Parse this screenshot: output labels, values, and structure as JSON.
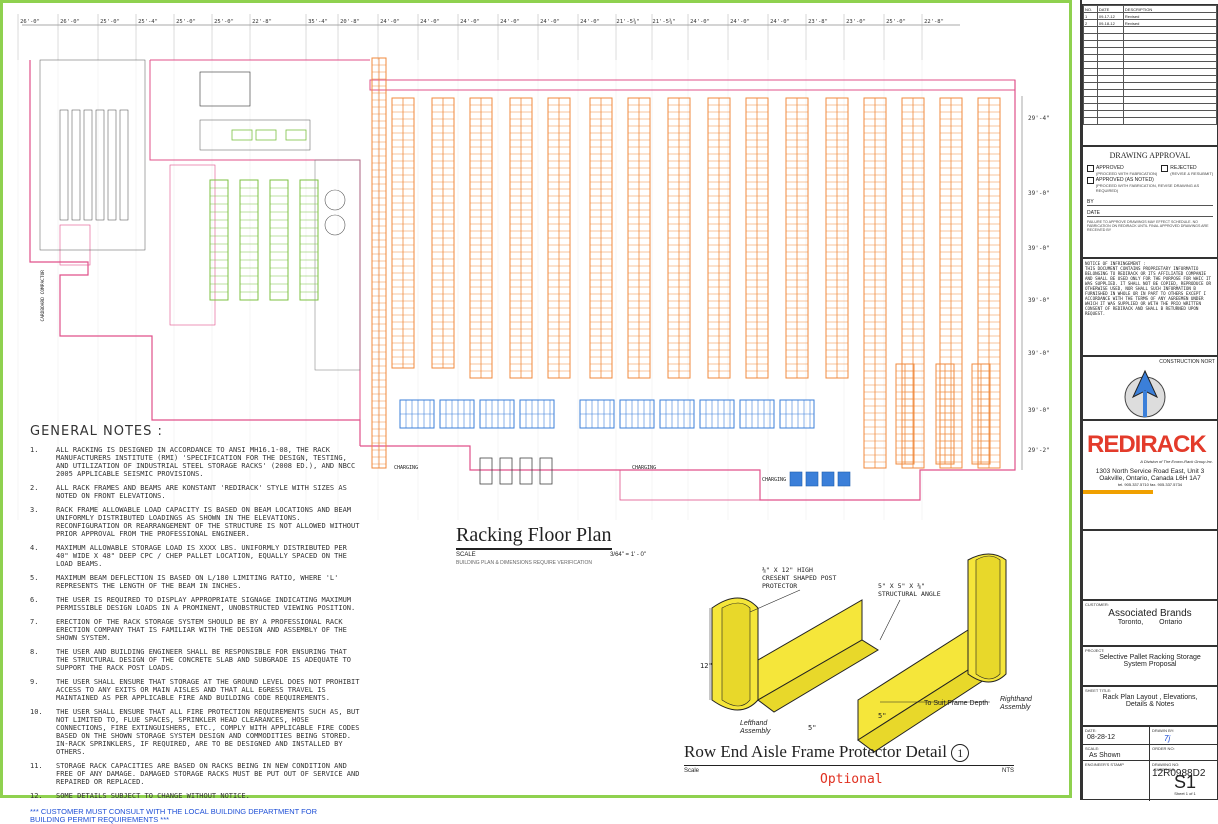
{
  "dimensions_top": [
    "26'-0\"",
    "26'-0\"",
    "25'-0\"",
    "25'-4\"",
    "25'-0\"",
    "25'-0\"",
    "22'-8\"",
    "35'-4\"",
    "20'-8\"",
    "24'-0\"",
    "24'-0\"",
    "24'-0\"",
    "24'-0\"",
    "24'-0\"",
    "24'-0\"",
    "21'-5¾\"",
    "21'-5¾\"",
    "24'-0\"",
    "24'-0\"",
    "24'-0\"",
    "23'-8\"",
    "23'-0\"",
    "25'-0\"",
    "22'-8\""
  ],
  "dimensions_right": [
    "29'-4\"",
    "39'-0\"",
    "39'-0\"",
    "39'-0\"",
    "39'-0\"",
    "39'-0\"",
    "29'-2\""
  ],
  "plan_labels": {
    "charging_left": "CHARGING",
    "charging_mid": "CHARGING",
    "charging_right": "CHARGING",
    "compactor": "CARDBOARD COMPACTOR"
  },
  "general_notes": {
    "title": "GENERAL NOTES :",
    "items": [
      {
        "num": "1.",
        "text": "All racking is designed in accordance to ANSI MH16.1-08, the Rack Manufacturers Institute (RMI) 'Specification for the design, testing, and utilization of industrial steel storage racks' (2008 ED.), and NBCC 2005 applicable seismic provisions."
      },
      {
        "num": "2.",
        "text": "All rack frames and beams are Konstant 'RediRack' style with sizes as noted on front elevations."
      },
      {
        "num": "3.",
        "text": "Rack frame allowable load capacity is based on beam locations and beam uniformly distributed loadings as shown in the elevations. Reconfiguration or rearrangement of the structure is not allowed without prior approval from the professional engineer."
      },
      {
        "num": "4.",
        "text": "Maximum allowable storage load is XXXX lbs. uniformly distributed per 40\" wide x 48\" deep CPC / CHEP pallet location, equally spaced on the load beams."
      },
      {
        "num": "5.",
        "text": "Maximum beam deflection is based on L/180 limiting ratio, where 'L' represents the length of the beam in inches."
      },
      {
        "num": "6.",
        "text": "The user is required to display appropriate signage indicating maximum permissible design loads in a prominent, unobstructed viewing position."
      },
      {
        "num": "7.",
        "text": "Erection of the rack storage system should be by a professional rack erection company that is familiar with the design and assembly of the shown system."
      },
      {
        "num": "8.",
        "text": "The user and building engineer shall be responsible for ensuring that the structural design of the concrete slab and subgrade is adequate to support the rack post loads."
      },
      {
        "num": "9.",
        "text": "The user shall ensure that storage at the ground level does not prohibit access to any exits or main aisles and that all egress travel is maintained as per applicable fire and building code requirements."
      },
      {
        "num": "10.",
        "text": "The user shall ensure that all fire protection requirements such as, but not limited to, flue spaces, sprinkler head clearances, hose connections, fire extinguishers, etc., comply with applicable fire codes based on the shown storage system design and commodities being stored. In-rack sprinklers, if required, are to be designed and installed by others."
      },
      {
        "num": "11.",
        "text": "Storage rack capacities are based on racks being in new condition and free of any damage. Damaged storage racks must be put out of service and repaired or replaced."
      },
      {
        "num": "12.",
        "text": "Some details subject to change without notice."
      }
    ],
    "warning": "*** CUSTOMER MUST CONSULT WITH THE LOCAL BUILDING DEPARTMENT FOR BUILDING PERMIT REQUIREMENTS ***"
  },
  "floor_plan": {
    "title": "Racking Floor Plan",
    "scale_label": "SCALE",
    "scale_value": "3/64\" = 1' - 0\"",
    "subnote": "BUILDING PLAN & DIMENSIONS REQUIRE VERIFICATION"
  },
  "detail": {
    "title": "Row End Aisle Frame Protector Detail",
    "number": "1",
    "scale_label": "Scale",
    "scale_value": "NTS",
    "optional": "Optional",
    "label_post": "⅜\" x 12\" HIGH CRESENT SHAPED POST PROTECTOR",
    "label_angle": "5\" x 5\" x ⅜\" STRUCTURAL ANGLE",
    "label_12": "12\"",
    "label_5a": "5\"",
    "label_5b": "5\"",
    "label_depth": "To Suit Frame Depth",
    "left_caption": "Lefthand Assembly",
    "right_caption": "Righthand Assembly"
  },
  "title_block": {
    "rev_headers": [
      "NO.",
      "DATE",
      "DESCRIPTION"
    ],
    "revisions": [
      {
        "no": "1",
        "date": "09-17-12",
        "desc": "Revised"
      },
      {
        "no": "2",
        "date": "09-18-12",
        "desc": "Revised"
      }
    ],
    "approval_title": "DRAWING APPROVAL",
    "approved": "APPROVED",
    "approved_sub": "(PROCEED WITH FABRICATION)",
    "rejected": "REJECTED",
    "rejected_sub": "(REVISE & RESUBMIT)",
    "approved_noted": "APPROVED (AS NOTED)",
    "approved_noted_sub": "(PROCEED WITH FABRICATION, REVISE DRAWING AS REQUIRED)",
    "by_label": "BY",
    "date_label": "DATE",
    "approval_note": "FAILURE TO APPROVE DRAWINGS MAY EFFECT SCHEDULE. NO FABRICATION ON REDIRACK UNTIL FINAL APPROVED DRAWINGS ARE RECEIVED BY",
    "notice_title": "NOTICE OF INFRINGEMENT :",
    "notice_text": "This document contains proprietary informatio belonging to Redirack or its affiliated companie and shall be used only for the purpose for whic it was supplied. It shall not be copied, reproduce or otherwise used, nor shall such information b furnished in whole or in part to others except i accordance with the terms of any agreemen under which it was supplied or with the prio written consent of Redirack and shall b returned upon request.",
    "north_label": "CONSTRUCTION NORT",
    "company_logo": "REDIRACK",
    "company_tagline": "A Division of The Econo-Rack Group Inc.",
    "company_address1": "1303 North Service Road East, Unit 3",
    "company_address2": "Oakville, Ontario, Canada L6H 1A7",
    "company_phone": "tel. 905.337.5710   fax. 905.337.5734",
    "customer_label": "CUSTOMER:",
    "customer_name": "Associated Brands",
    "customer_city": "Toronto,",
    "customer_prov": "Ontario",
    "project_label": "PROJECT:",
    "project_line1": "Selective Pallet Racking Storage",
    "project_line2": "System Proposal",
    "sheet_title_label": "SHEET TITLE:",
    "sheet_title1": "Rack Plan Layout , Elevations,",
    "sheet_title2": "Details & Notes",
    "date_field_label": "DATE:",
    "date_value": "08-28-12",
    "drawn_label": "DRAWN BY:",
    "drawn_value": "7j",
    "scale_field_label": "SCALE:",
    "scale_field_value": "As Shown",
    "order_label": "ORDER NO:",
    "stamp_label": "ENGINEER'S STAMP",
    "drawing_no_label": "DRAWING NO:",
    "drawing_no": "12R0988D2",
    "sheet_no_label": "SHEET NO:",
    "sheet_no": "S1",
    "sheet_of": "Sheet 1 of 1"
  },
  "colors": {
    "frame": "#8fd14f",
    "walls": "#e0508a",
    "rack_orange": "#f08a3c",
    "rack_green": "#7cc142",
    "rack_blue": "#3b7fd9",
    "accent_red": "#e03020",
    "link_blue": "#1e4fd6"
  }
}
